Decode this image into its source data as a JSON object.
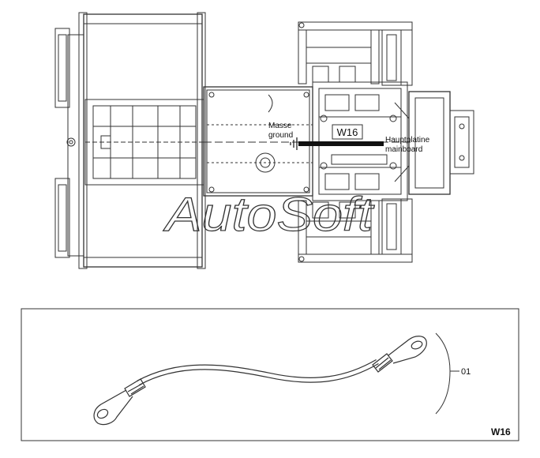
{
  "overview": {
    "ground_label_de": "Masse",
    "ground_label_en": "ground",
    "cable_code": "W16",
    "mainboard_label_de": "Hauptplatine",
    "mainboard_label_en": "mainboard"
  },
  "watermark": {
    "text": "AutoSoft"
  },
  "detail": {
    "item_number": "01",
    "figure_code": "W16"
  },
  "colors": {
    "line": "#333333",
    "cable": "#111111",
    "background": "#ffffff"
  }
}
